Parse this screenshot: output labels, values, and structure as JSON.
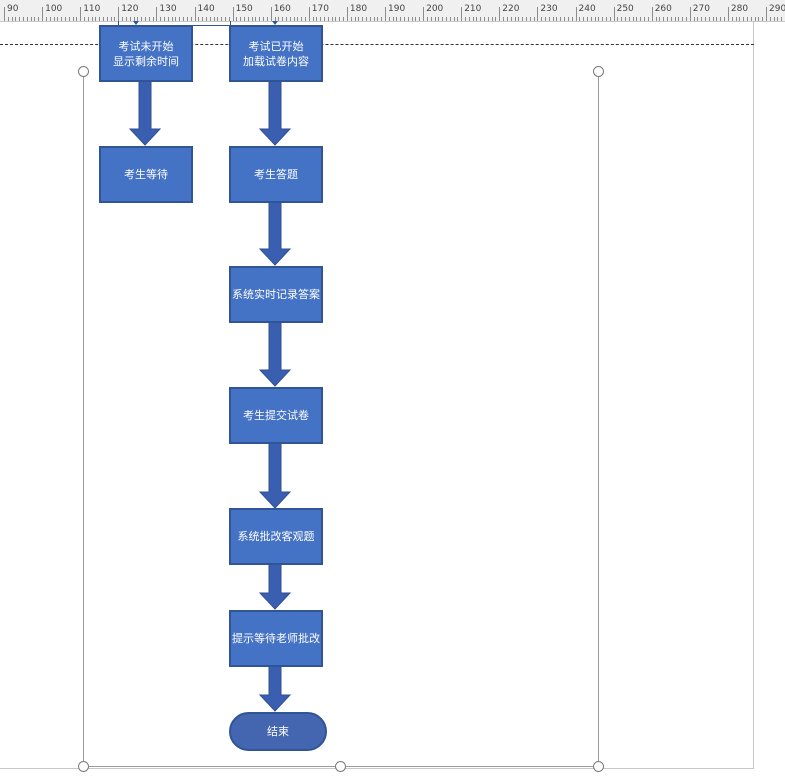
{
  "ruler": {
    "labels": [
      "90",
      "100",
      "110",
      "120",
      "130",
      "140",
      "150",
      "160",
      "170",
      "180",
      "190",
      "200",
      "210",
      "220",
      "230",
      "240",
      "250",
      "260",
      "270",
      "280",
      "290"
    ]
  },
  "colors": {
    "node_fill": "#4472c4",
    "node_border": "#2f5597",
    "arrow": "#3a5fb0"
  },
  "nodes": {
    "not_started": {
      "line1": "考试未开始",
      "line2": "显示剩余时间"
    },
    "started": {
      "line1": "考试已开始",
      "line2": "加载试卷内容"
    },
    "waiting": {
      "label": "考生等待"
    },
    "answering": {
      "label": "考生答题"
    },
    "recording": {
      "label": "系统实时记录答案"
    },
    "submit": {
      "label": "考生提交试卷"
    },
    "grading": {
      "label": "系统批改客观题"
    },
    "notify": {
      "label": "提示等待老师批改"
    },
    "end": {
      "label": "结束"
    }
  }
}
